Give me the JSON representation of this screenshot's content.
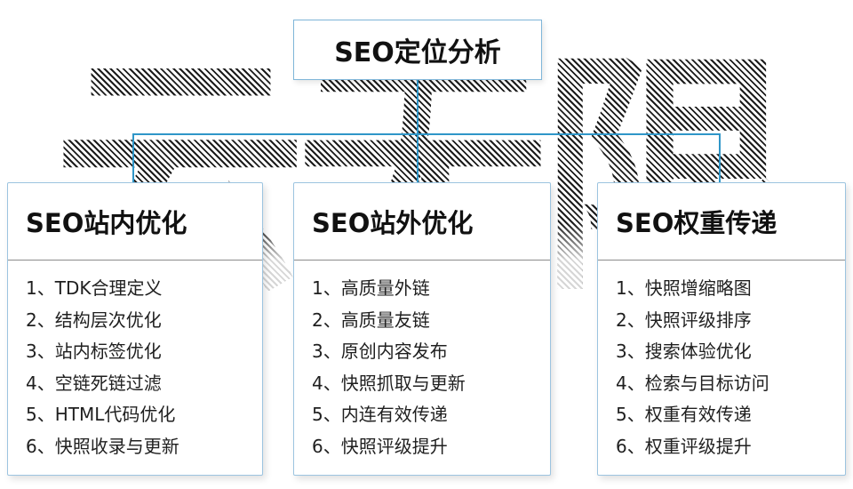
{
  "diagram": {
    "accent_color": "#2f96c8",
    "watermark_text": "云无限",
    "top_box": {
      "title": "SEO定位分析"
    },
    "columns": [
      {
        "title": "SEO站内优化",
        "items": [
          "1、TDK合理定义",
          "2、结构层次优化",
          "3、站内标签优化",
          "4、空链死链过滤",
          "5、HTML代码优化",
          "6、快照收录与更新"
        ]
      },
      {
        "title": "SEO站外优化",
        "items": [
          "1、高质量外链",
          "2、高质量友链",
          "3、原创内容发布",
          "4、快照抓取与更新",
          "5、内连有效传递",
          "6、快照评级提升"
        ]
      },
      {
        "title": "SEO权重传递",
        "items": [
          "1、快照增缩略图",
          "2、快照评级排序",
          "3、搜索体验优化",
          "4、检索与目标访问",
          "5、权重有效传递",
          "6、权重评级提升"
        ]
      }
    ]
  }
}
